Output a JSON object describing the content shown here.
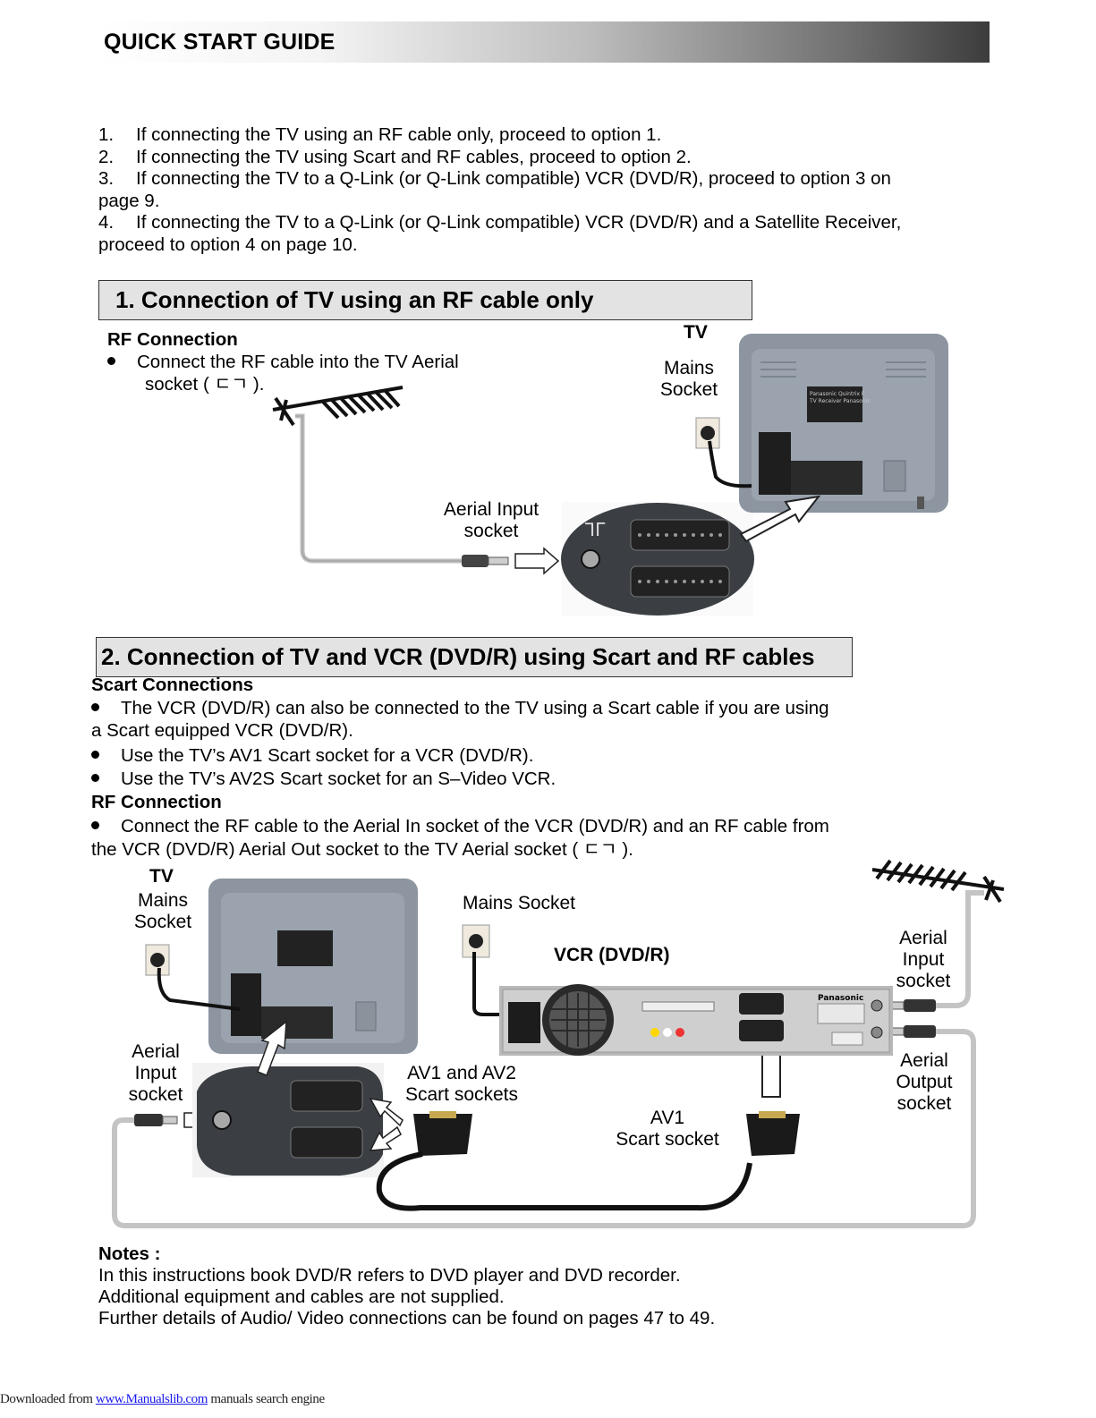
{
  "header": {
    "title": "QUICK START GUIDE"
  },
  "intro": [
    {
      "num": "1.",
      "text": "If connecting the TV using an RF cable only, proceed to option 1."
    },
    {
      "num": "2.",
      "text": "If connecting the TV using Scart and RF cables, proceed to option 2."
    },
    {
      "num": "3.",
      "text": "If connecting the TV to a Q-Link (or Q-Link compatible) VCR (DVD/R), proceed to option 3 on",
      "cont": "page 9."
    },
    {
      "num": "4.",
      "text": "If connecting the TV to a Q-Link (or Q-Link compatible) VCR (DVD/R) and a Satellite Receiver,",
      "cont": "proceed to option 4 on page 10."
    }
  ],
  "section1": {
    "title": "1.   Connection of TV using an RF cable only",
    "rf_heading": "RF Connection",
    "bullet_line1": "Connect the RF cable into the TV Aerial",
    "bullet_line2": "socket ( ㄷㄱ ).",
    "tv_label": "TV",
    "mains_label_1": "Mains",
    "mains_label_2": "Socket",
    "aerial_label_1": "Aerial Input",
    "aerial_label_2": "socket"
  },
  "section2": {
    "title": "2.   Connection of TV and VCR (DVD/R) using Scart and RF cables",
    "scart_heading": "Scart Connections",
    "scart_b1_line1": "The VCR (DVD/R) can also be connected to the TV using a Scart cable if you are using",
    "scart_b1_line2": "a Scart equipped VCR (DVD/R).",
    "scart_b2": "Use the TV’s AV1 Scart socket for a VCR (DVD/R).",
    "scart_b3": "Use the TV’s AV2S Scart socket for an S–Video VCR.",
    "rf_heading": "RF Connection",
    "rf_b1_line1": "Connect the RF cable to the Aerial In socket of the VCR (DVD/R) and an RF cable from",
    "rf_b1_line2": "the VCR (DVD/R) Aerial Out socket to the TV Aerial socket ( ㄷㄱ ).",
    "tv_label": "TV",
    "tv_mains_1": "Mains",
    "tv_mains_2": "Socket",
    "vcr_mains": "Mains Socket",
    "vcr_label": "VCR (DVD/R)",
    "aerial_in_1": "Aerial",
    "aerial_in_2": "Input",
    "aerial_in_3": "socket",
    "tv_aerial_1": "Aerial",
    "tv_aerial_2": "Input",
    "tv_aerial_3": "socket",
    "av12_1": "AV1 and AV2",
    "av12_2": "Scart sockets",
    "av1_1": "AV1",
    "av1_2": "Scart socket",
    "aerial_out_1": "Aerial",
    "aerial_out_2": "Output",
    "aerial_out_3": "socket",
    "vcr_brand": "Panasonic",
    "tv_sticker_1": "Panasonic Quintrix F",
    "tv_sticker_2": "TV Receiver Panasonic"
  },
  "notes": {
    "heading": "Notes :",
    "lines": [
      "In this instructions book DVD/R refers to DVD player and DVD recorder.",
      "Additional equipment and cables are not supplied.",
      "Further details of Audio/ Video connections can be found on pages 47 to 49."
    ]
  },
  "footer": {
    "prefix": "Downloaded from ",
    "link": "www.Manualslib.com",
    "suffix": "  manuals search engine"
  }
}
